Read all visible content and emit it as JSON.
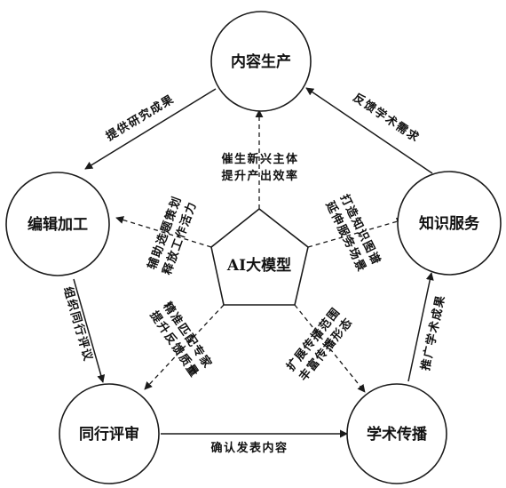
{
  "nodes": {
    "top": "内容生产",
    "left": "编辑加工",
    "right": "知识服务",
    "bottom_left": "同行评审",
    "bottom_right": "学术传播",
    "center": "AI大模型"
  },
  "outer_edges": {
    "top_to_left": "提供研究成果",
    "right_to_top": "反馈学术需求",
    "left_to_bottom_left": "组织同行评议",
    "bottom_left_to_bottom_right": "确认发表内容",
    "bottom_right_to_right": "推广学术成果"
  },
  "center_edges": {
    "to_top": [
      "催生新兴主体",
      "提升产出效率"
    ],
    "to_left": [
      "辅助选题策划",
      "释放工作活力"
    ],
    "to_right": [
      "打造知识图谱",
      "延伸服务场景"
    ],
    "to_bottom_left": [
      "精准匹配专家",
      "提升反馈质量"
    ],
    "to_bottom_right": [
      "扩展传播范围",
      "丰富传播形态"
    ]
  }
}
